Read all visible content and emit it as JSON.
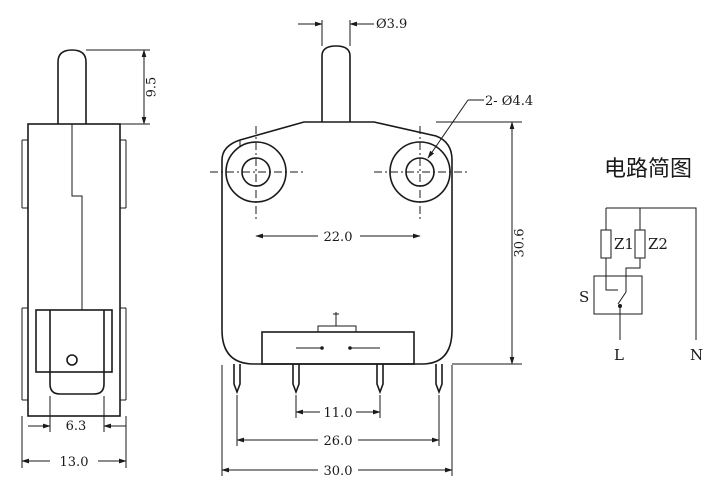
{
  "dimensions": {
    "plunger_diameter": "Ø3.9",
    "plunger_height": "9.5",
    "mount_holes": "2- Ø4.4",
    "hole_spacing": "22.0",
    "body_height": "30.6",
    "terminal_inner": "11.0",
    "terminal_outer": "26.0",
    "body_width": "30.0",
    "terminal_width": "6.3",
    "side_width": "13.0"
  },
  "circuit": {
    "title": "电路简图",
    "z1": "Z1",
    "z2": "Z2",
    "s": "S",
    "l": "L",
    "n": "N"
  }
}
